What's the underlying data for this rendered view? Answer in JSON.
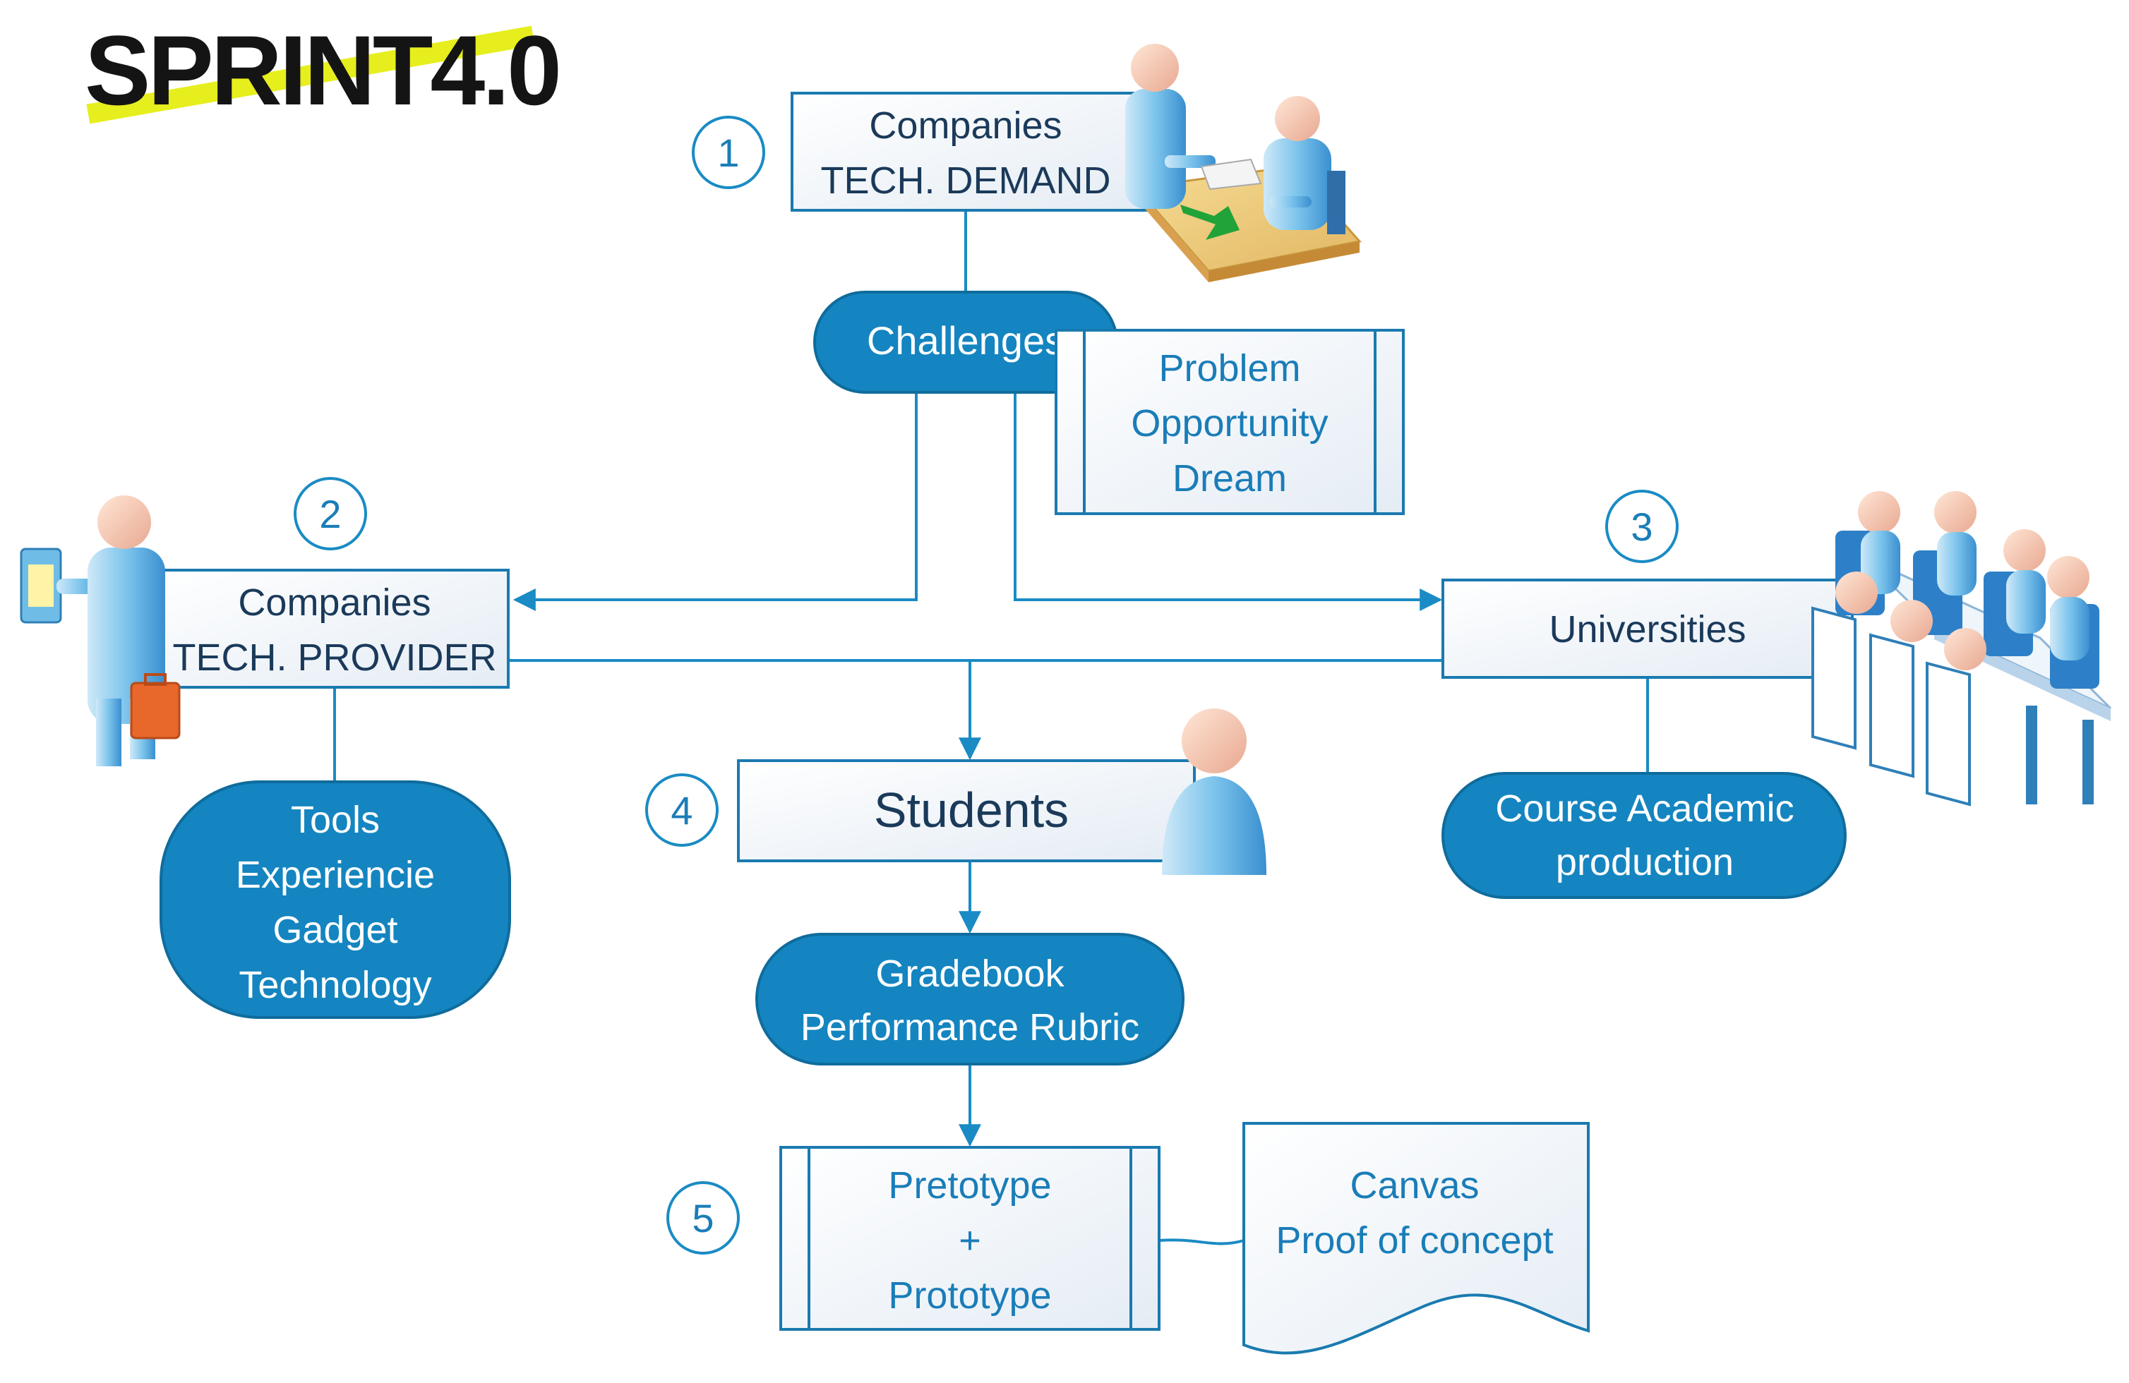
{
  "logo": {
    "text": "SPRINT4.0",
    "accent_color": "#e6ee1e"
  },
  "colors": {
    "line": "#1a8bc4",
    "pill_fill": "#1485c0",
    "pill_stroke": "#0f6c9c",
    "box_stroke": "#1a7ab0",
    "dark_text": "#1b3a5a",
    "blue_text": "#1a7db8",
    "white_text": "#ffffff"
  },
  "steps": [
    {
      "number": "1",
      "title_line1": "Companies",
      "title_line2": "TECH. DEMAND"
    },
    {
      "number": "2",
      "title_line1": "Companies",
      "title_line2": "TECH. PROVIDER"
    },
    {
      "number": "3",
      "title_line1": "Universities"
    },
    {
      "number": "4",
      "title_line1": "Students"
    },
    {
      "number": "5",
      "title_line1": "Pretotype",
      "title_line2": "+",
      "title_line3": "Prototype"
    }
  ],
  "challenges": {
    "label": "Challenges",
    "details": [
      "Problem",
      "Opportunity",
      "Dream"
    ]
  },
  "provider_outputs": [
    "Tools",
    "Experiencie",
    "Gadget",
    "Technology"
  ],
  "university_outputs": [
    "Course Academic",
    "production"
  ],
  "student_outputs": [
    "Gradebook",
    "Performance Rubric"
  ],
  "canvas_doc": [
    "Canvas",
    "Proof of concept"
  ],
  "icons": {
    "demand": "business-handshake-icon",
    "provider": "presenter-with-briefcase-icon",
    "universities": "meeting-table-icon",
    "students": "student-icon"
  }
}
